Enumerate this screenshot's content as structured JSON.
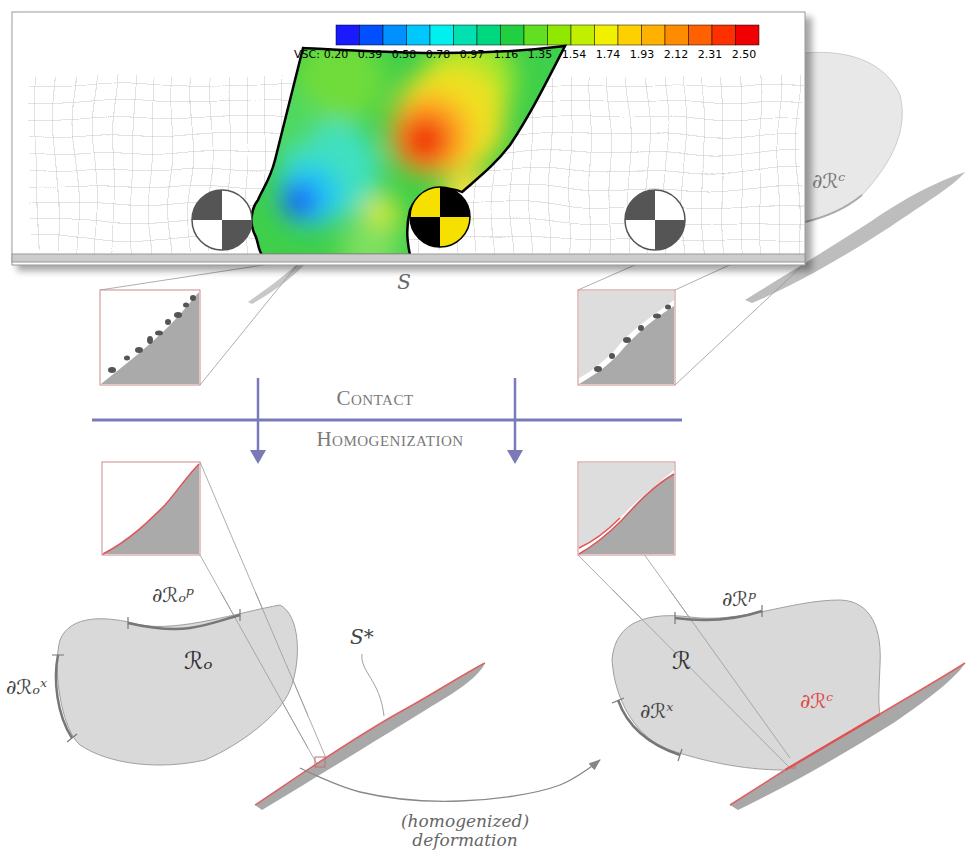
{
  "diagram": {
    "nodes": [
      {
        "text": [
          "ℛₒ"
        ]
      },
      {
        "text": [
          "ℛ"
        ]
      }
    ],
    "edges": [
      {
        "from": 0,
        "to": 1,
        "arrow": "to",
        "label": "(homogenized) deformation"
      }
    ],
    "labels": [
      "VSC:",
      "0.20",
      "0.39",
      "0.58",
      "0.78",
      "0.97",
      "1.16",
      "1.35",
      "1.54",
      "1.74",
      "1.93",
      "2.12",
      "2.31",
      "2.50",
      "S",
      "∂ℛᶜ",
      "Contact",
      "Homogenization",
      "∂ℛₒᵖ",
      "∂ℛₒˣ",
      "S*",
      "∂ℛᵖ",
      "∂ℛˣ",
      "∂ℛᶜ"
    ]
  }
}
